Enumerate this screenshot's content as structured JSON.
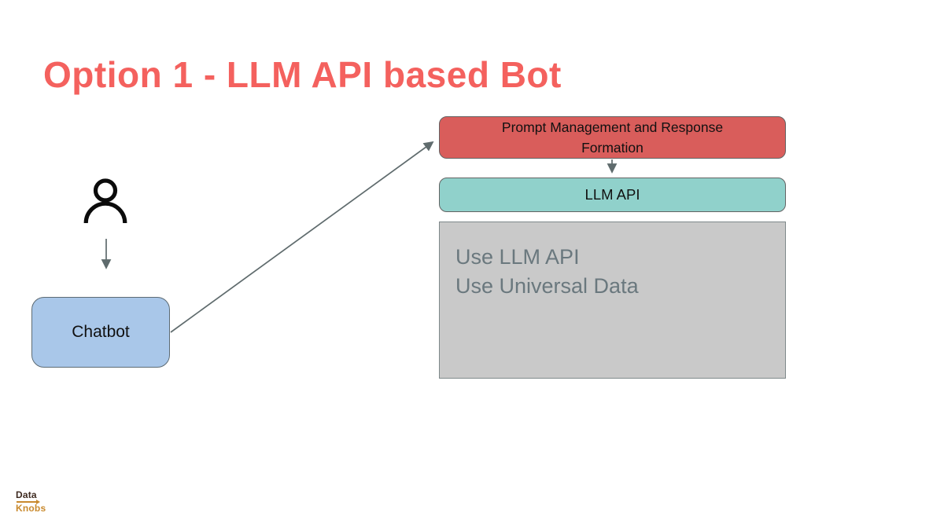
{
  "title": "Option 1 - LLM API based Bot",
  "diagram": {
    "nodes": {
      "chatbot": {
        "label": "Chatbot"
      },
      "prompt": {
        "label": "Prompt Management and Response Formation"
      },
      "llm_api": {
        "label": "LLM API"
      },
      "notes": {
        "lines": [
          "Use LLM API",
          "Use Universal Data"
        ]
      }
    },
    "connectors": [
      {
        "from": "user-icon",
        "to": "chatbot",
        "style": "arrow-down"
      },
      {
        "from": "chatbot",
        "to": "prompt",
        "style": "arrow-diagonal"
      },
      {
        "from": "prompt",
        "to": "llm_api",
        "style": "arrow-down"
      }
    ]
  },
  "colors": {
    "title": "#F4615E",
    "prompt_box_fill": "#D95D5B",
    "llm_box_fill": "#90D1CB",
    "notes_box_fill": "#C9C9C9",
    "notes_text": "#6A787E",
    "chatbot_box_fill": "#A9C7E9",
    "connector": "#5F6B6D",
    "logo_data_text": "#3E2A20",
    "logo_knobs_text": "#C98A2E"
  },
  "logo": {
    "line1": "Data",
    "line2": "Knobs"
  }
}
